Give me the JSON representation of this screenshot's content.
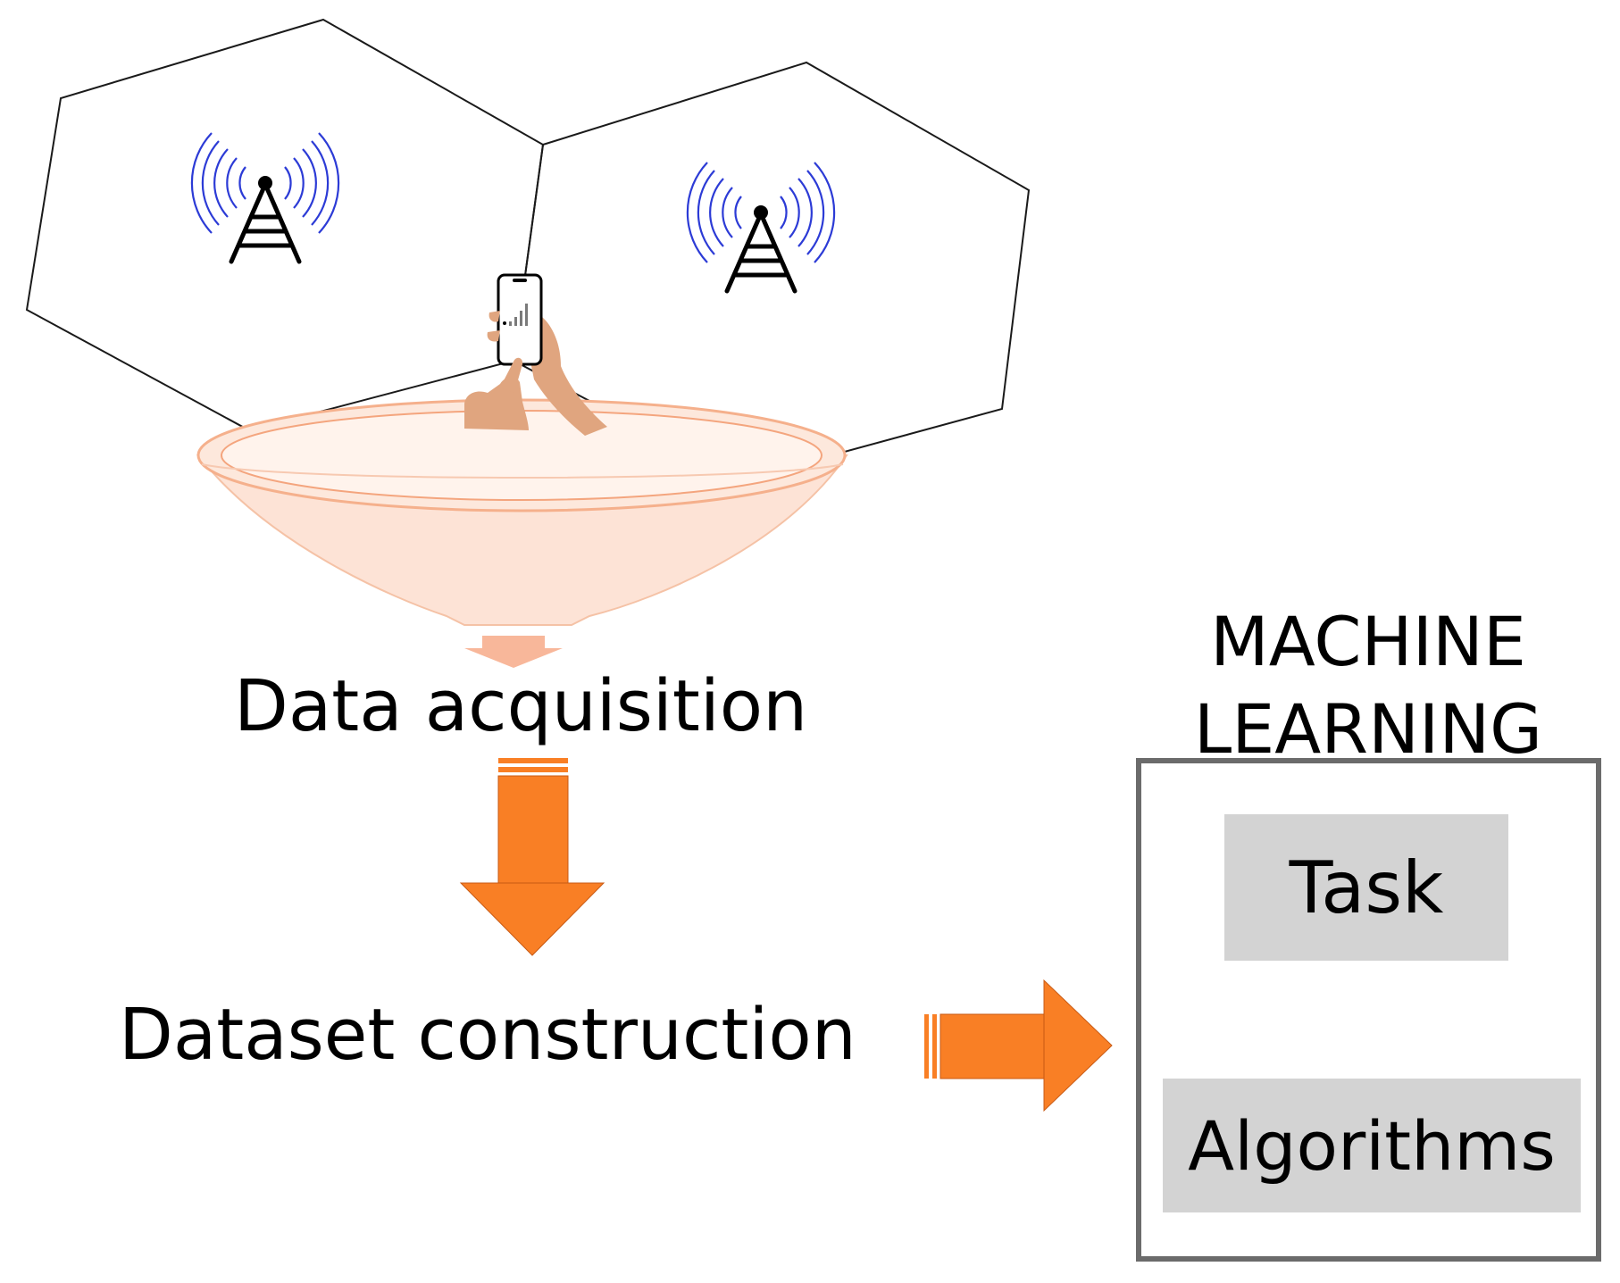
{
  "labels": {
    "data_acquisition": "Data acquisition",
    "dataset_construction": "Dataset construction",
    "ml_title_line1": "MACHINE",
    "ml_title_line2": "LEARNING",
    "task": "Task",
    "algorithms": "Algorithms"
  },
  "icons": {
    "tower_left": "cell-tower-icon",
    "tower_right": "cell-tower-icon",
    "phone": "smartphone-in-hand-icon",
    "funnel": "funnel-icon"
  },
  "colors": {
    "arrow_orange": "#f97f25",
    "funnel_fill": "#fde3d6",
    "funnel_stroke": "#f5b08c",
    "signal_blue": "#2c3bd6",
    "box_gray": "#d3d3d3",
    "hand_skin": "#e0a57f"
  }
}
